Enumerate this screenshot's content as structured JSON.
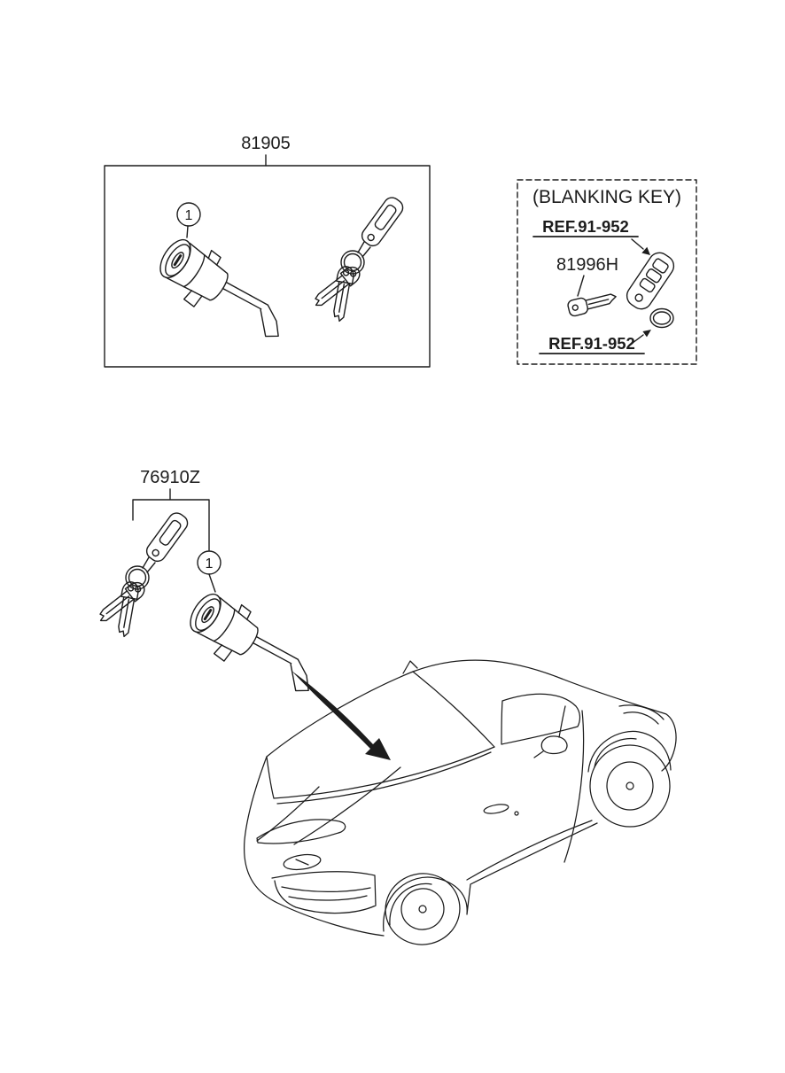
{
  "colors": {
    "line": "#1c1c1c",
    "background": "#ffffff"
  },
  "parts": {
    "main_set": {
      "number": "81905",
      "callout": "1"
    },
    "door_lock": {
      "number": "76910Z",
      "callout": "1"
    }
  },
  "blanking": {
    "title": "(BLANKING KEY)",
    "ref_upper": "REF.91-952",
    "part_number": "81996H",
    "ref_lower": "REF.91-952"
  }
}
